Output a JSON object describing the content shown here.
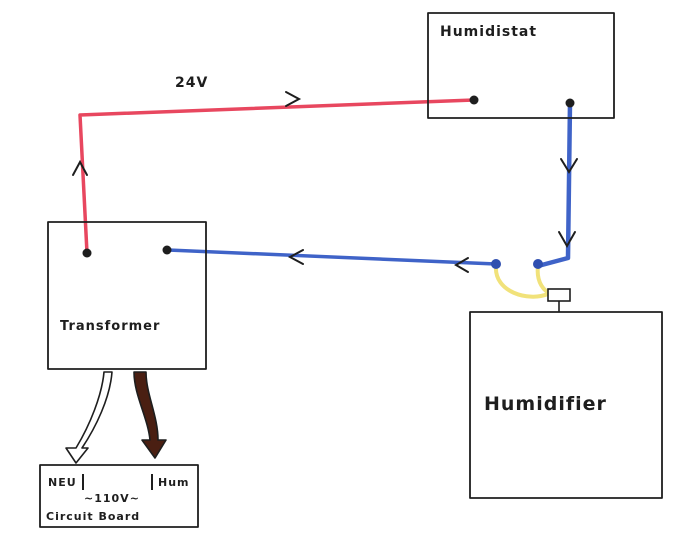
{
  "components": {
    "humidistat": "Humidistat",
    "transformer": "Transformer",
    "humidifier": "Humidifier",
    "circuit_board": "Circuit Board"
  },
  "wiring": {
    "voltage_24": "24V",
    "voltage_110": "~110V~",
    "neutral_label": "NEU",
    "hum_label": "Hum"
  },
  "colors": {
    "hot_wire": "#e8475f",
    "return_wire": "#3f63c8",
    "humidifier_lead": "#f1e27a",
    "neutral_wire": "#ffffff",
    "power_wire": "#4a1f12",
    "ink": "#1e1e1e"
  }
}
